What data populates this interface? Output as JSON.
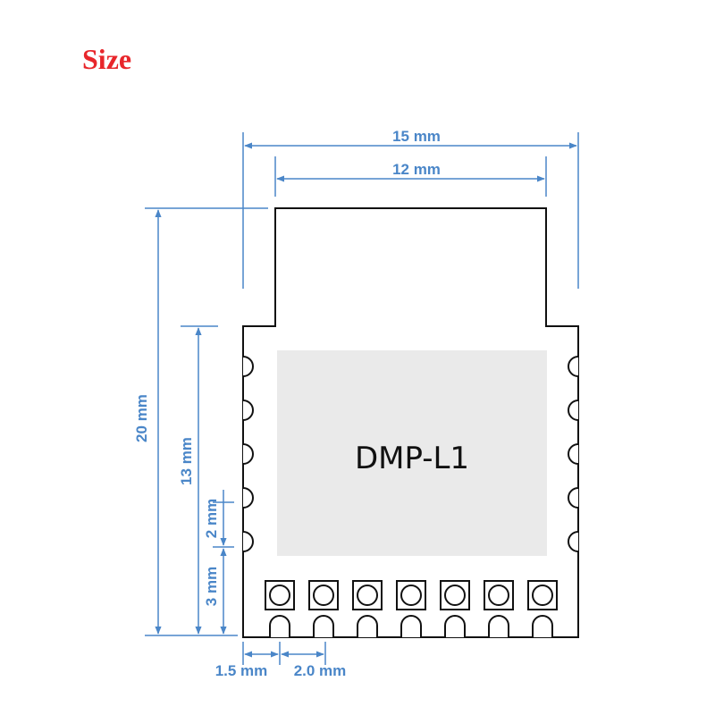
{
  "title": "Size",
  "module_label": "DMP-L1",
  "colors": {
    "title": "#e8262b",
    "dimension": "#4a86c8",
    "outline": "#111111",
    "shield": "#eaeaea"
  },
  "dimensions": {
    "total_width": "15 mm",
    "antenna_width": "12 mm",
    "total_height": "20 mm",
    "pad_area_height": "13 mm",
    "pin_pitch_vertical": "2 mm",
    "bottom_offset": "3 mm",
    "edge_offset": "1.5 mm",
    "pin_pitch": "2.0 mm"
  },
  "bottom_pin_count": 7,
  "side_pin_count": 5
}
